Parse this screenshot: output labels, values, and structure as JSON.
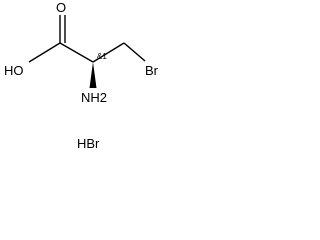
{
  "molecule": {
    "atoms": {
      "carbonyl_oxygen": "O",
      "hydroxyl": "HO",
      "amine": "NH2",
      "bromine": "Br"
    },
    "stereo_label": "&1",
    "salt": "HBr"
  }
}
